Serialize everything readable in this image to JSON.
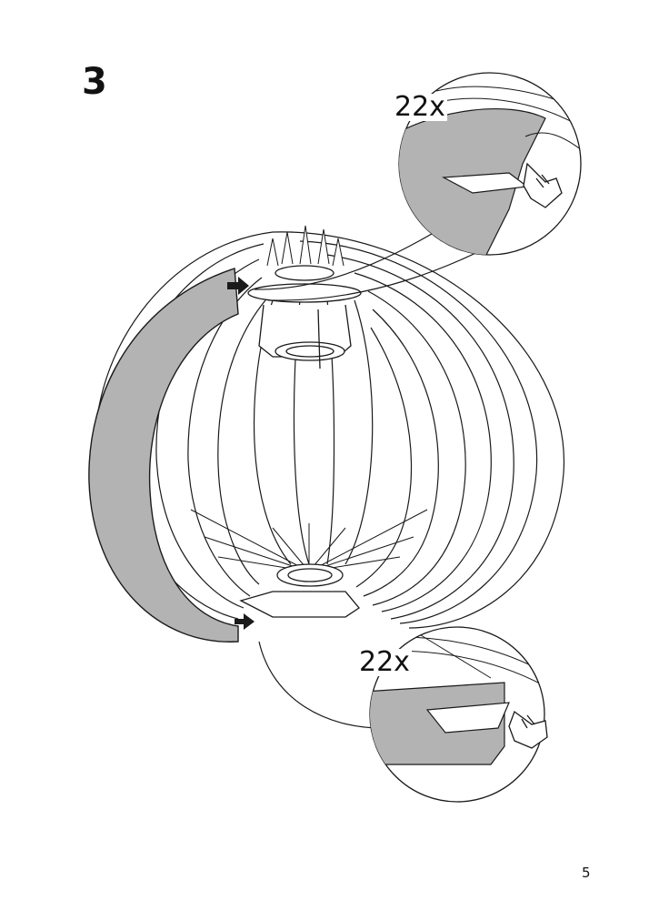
{
  "step": {
    "number": "3"
  },
  "detail_top": {
    "quantity": "22x"
  },
  "detail_bottom": {
    "quantity": "22x"
  },
  "footer": {
    "page_number": "5"
  },
  "colors": {
    "panel": "#b3b3b3",
    "line": "#1a1a1a",
    "background": "#ffffff"
  },
  "icons": [
    "hand-press-icon",
    "arrow-right-icon"
  ]
}
